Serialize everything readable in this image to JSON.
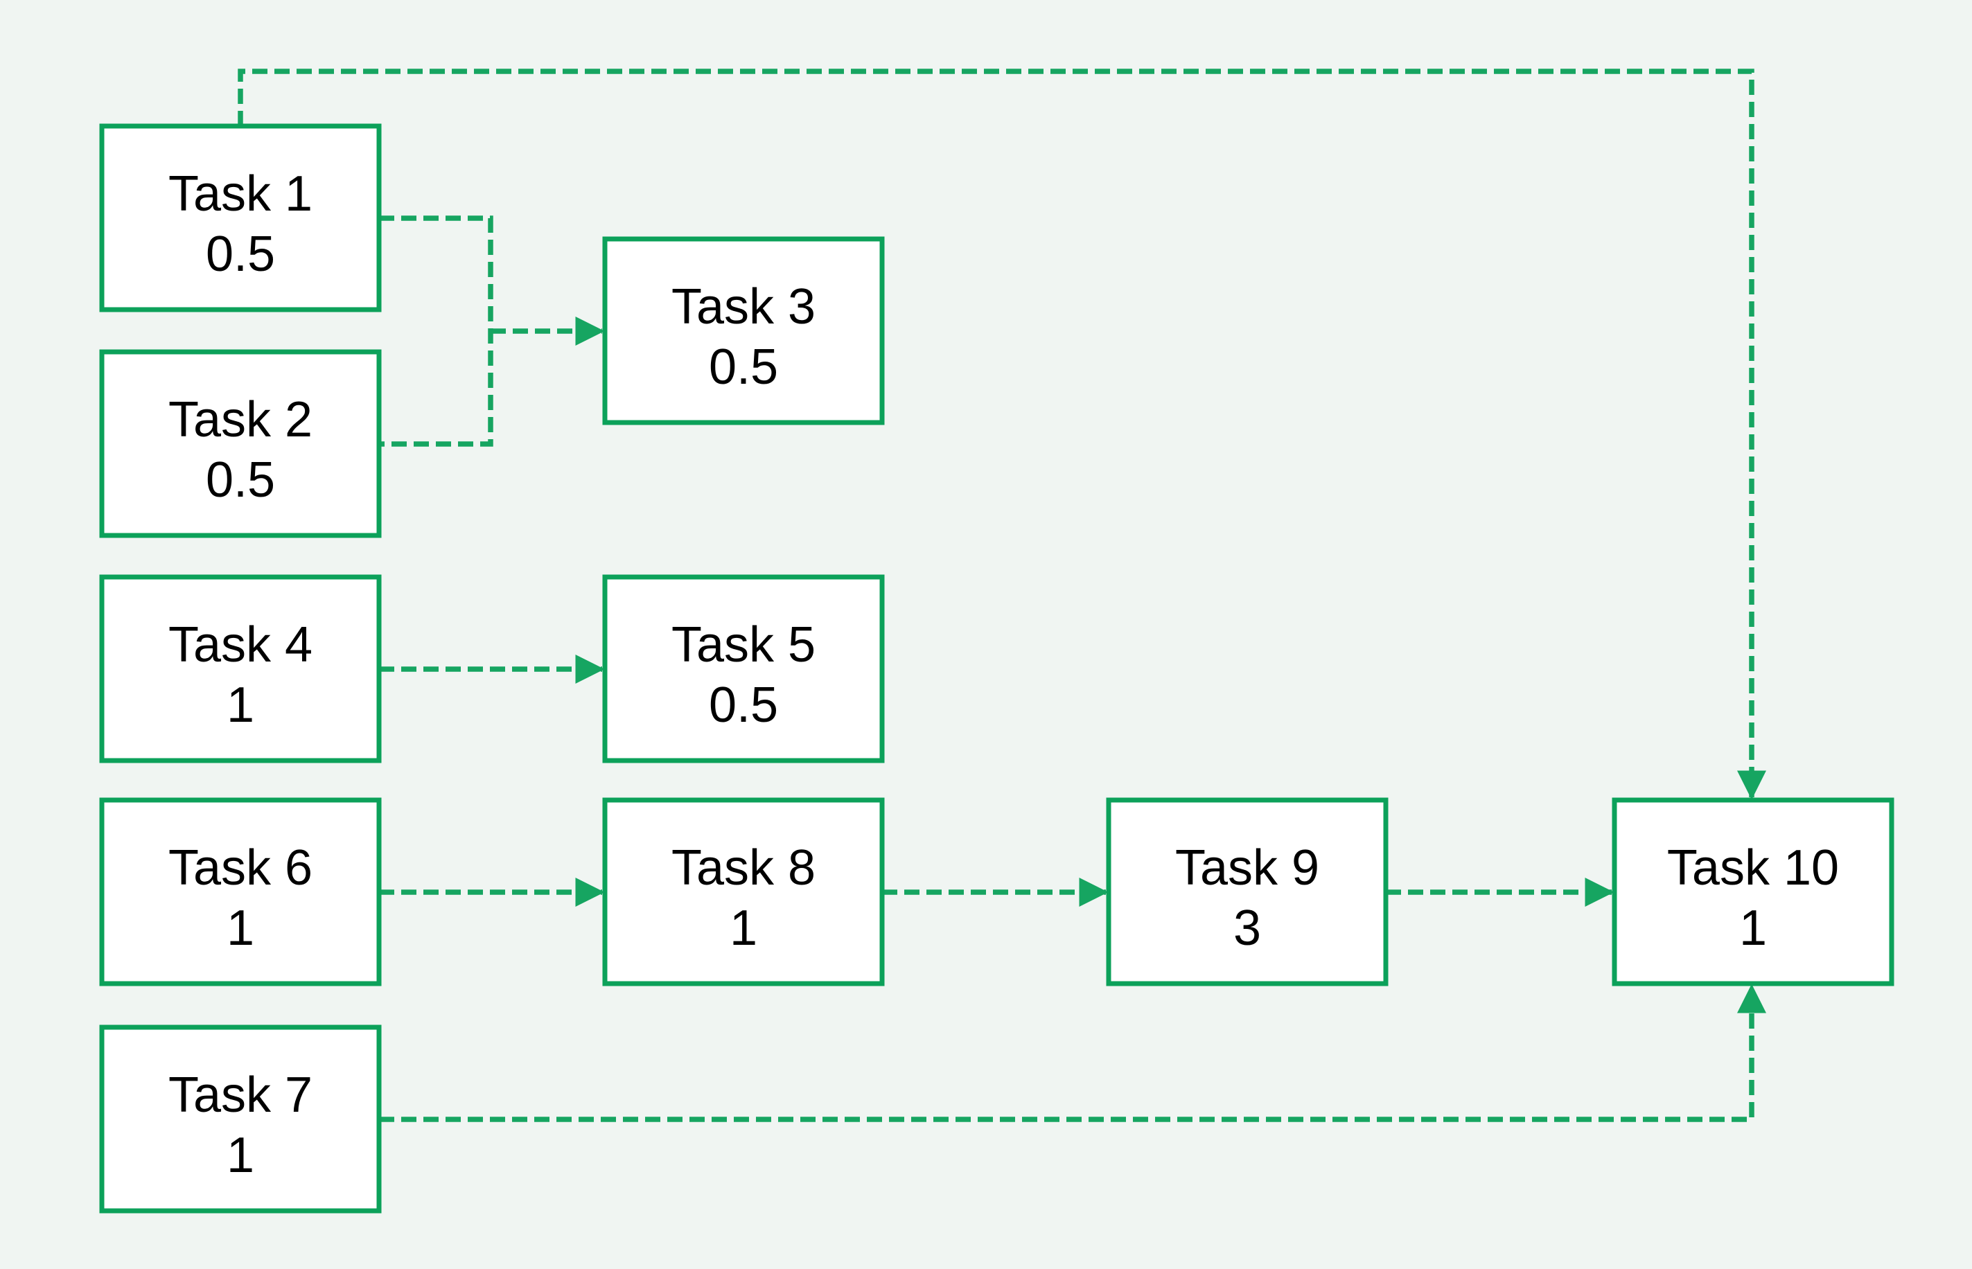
{
  "diagram": {
    "type": "task-dependency-flowchart",
    "colors": {
      "background": "#f0f5f2",
      "node_fill": "#ffffff",
      "node_border_green": "#0ca15a",
      "edge_green": "#16a561",
      "text_color": "#000000"
    },
    "nodes": [
      {
        "id": "task1",
        "label": "Task 1",
        "value": "0.5"
      },
      {
        "id": "task2",
        "label": "Task 2",
        "value": "0.5"
      },
      {
        "id": "task3",
        "label": "Task 3",
        "value": "0.5"
      },
      {
        "id": "task4",
        "label": "Task 4",
        "value": "1"
      },
      {
        "id": "task5",
        "label": "Task 5",
        "value": "0.5"
      },
      {
        "id": "task6",
        "label": "Task 6",
        "value": "1"
      },
      {
        "id": "task7",
        "label": "Task 7",
        "value": "1"
      },
      {
        "id": "task8",
        "label": "Task 8",
        "value": "1"
      },
      {
        "id": "task9",
        "label": "Task 9",
        "value": "3"
      },
      {
        "id": "task10",
        "label": "Task 10",
        "value": "1"
      }
    ],
    "edges": [
      {
        "from": "Task 1",
        "to": "Task 10",
        "style": "dashed-arrow"
      },
      {
        "from": "Task 1",
        "to": "Task 3",
        "style": "dashed-arrow"
      },
      {
        "from": "Task 2",
        "to": "Task 3",
        "style": "dashed-arrow"
      },
      {
        "from": "Task 4",
        "to": "Task 5",
        "style": "dashed-arrow"
      },
      {
        "from": "Task 6",
        "to": "Task 8",
        "style": "dashed-arrow"
      },
      {
        "from": "Task 8",
        "to": "Task 9",
        "style": "dashed-arrow"
      },
      {
        "from": "Task 9",
        "to": "Task 10",
        "style": "dashed-arrow"
      },
      {
        "from": "Task 7",
        "to": "Task 10",
        "style": "dashed-arrow"
      }
    ]
  }
}
